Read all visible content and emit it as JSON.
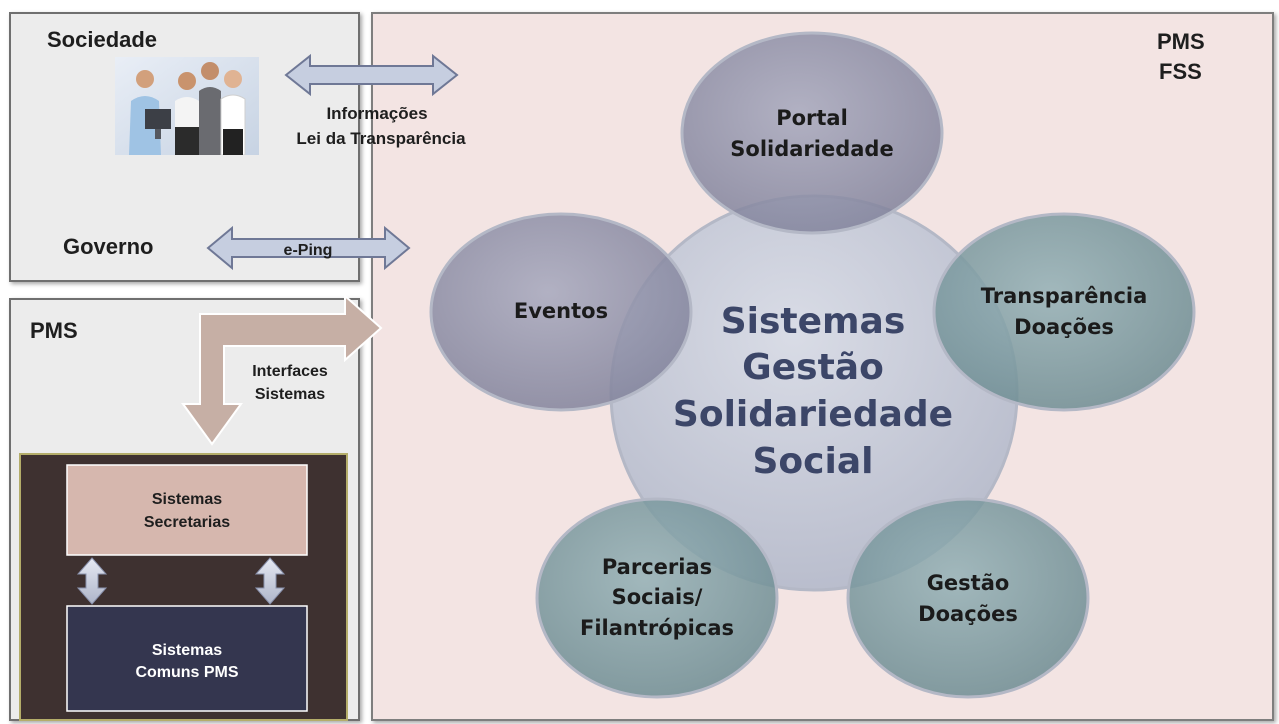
{
  "left_top_panel": {
    "sociedade_label": "Sociedade",
    "governo_label": "Governo"
  },
  "arrows": {
    "info_line1": "Informações",
    "info_line2": "Lei da Transparência",
    "eping": "e-Ping",
    "interfaces_line1": "Interfaces",
    "interfaces_line2": "Sistemas"
  },
  "left_bottom_panel": {
    "title": "PMS",
    "box_top_line1": "Sistemas",
    "box_top_line2": "Secretarias",
    "box_bottom_line1": "Sistemas",
    "box_bottom_line2": "Comuns PMS"
  },
  "right_panel": {
    "corner_line1": "PMS",
    "corner_line2": "FSS"
  },
  "center": {
    "line1": "Sistemas",
    "line2": "Gestão",
    "line3": "Solidariedade",
    "line4": "Social"
  },
  "satellites": {
    "portal": [
      "Portal",
      "Solidariedade"
    ],
    "transparencia": [
      "Transparência",
      "Doações"
    ],
    "gestao": [
      "Gestão",
      "Doações"
    ],
    "parcerias": [
      "Parcerias",
      "Sociais/",
      "Filantrópicas"
    ],
    "eventos": [
      "Eventos"
    ]
  },
  "colors": {
    "panel_bg_left": "#ececec",
    "panel_bg_right": "#f3e4e3",
    "purple_bubble": "#8f90a8",
    "teal_bubble": "#7b9aa0",
    "center_bubble": "#c9ccd8",
    "center_text": "#3c4668",
    "dark_box": "#3e3130",
    "box_pink": "#d6b7ae",
    "box_navy": "#34364f"
  }
}
